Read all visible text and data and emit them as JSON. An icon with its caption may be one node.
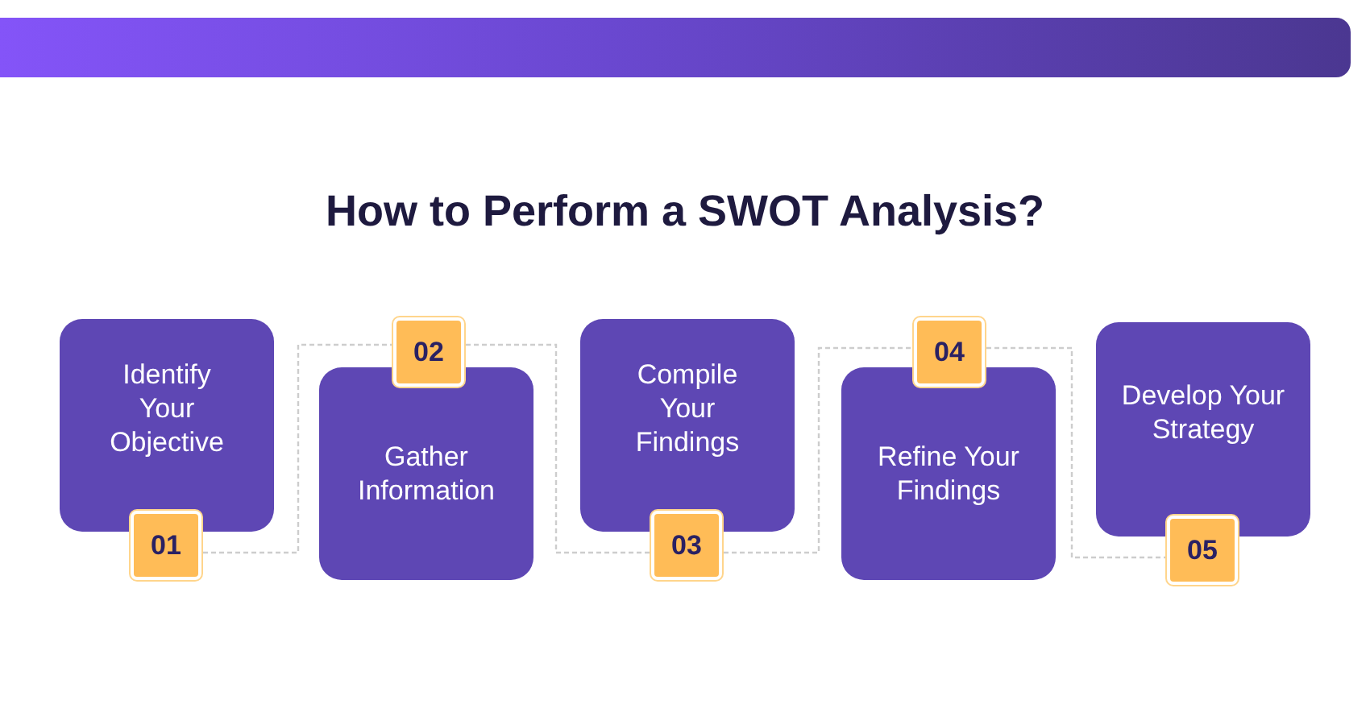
{
  "diagram": {
    "title": "How to Perform a SWOT Analysis?",
    "nodes": [
      {
        "text": [
          "Identify Your Objective"
        ]
      },
      {
        "text": [
          "01"
        ]
      },
      {
        "text": [
          "Gather Information"
        ]
      },
      {
        "text": [
          "02"
        ]
      },
      {
        "text": [
          "Compile Your Findings"
        ]
      },
      {
        "text": [
          "03"
        ]
      },
      {
        "text": [
          "Refine Your Findings"
        ]
      },
      {
        "text": [
          "04"
        ]
      },
      {
        "text": [
          "Develop Your Strategy"
        ]
      },
      {
        "text": [
          "05"
        ]
      }
    ],
    "edges": [
      {
        "from": 1,
        "to": 3,
        "arrow": "none",
        "style": "dashed"
      },
      {
        "from": 3,
        "to": 5,
        "arrow": "none",
        "style": "dashed"
      },
      {
        "from": 5,
        "to": 7,
        "arrow": "none",
        "style": "dashed"
      },
      {
        "from": 7,
        "to": 9,
        "arrow": "none",
        "style": "dashed"
      }
    ]
  }
}
